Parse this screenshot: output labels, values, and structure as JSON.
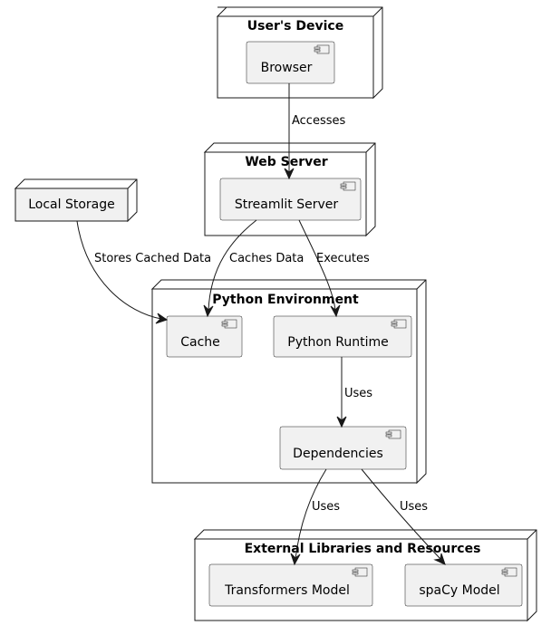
{
  "nodes": {
    "users_device": {
      "title": "User's Device",
      "components": {
        "browser": "Browser"
      }
    },
    "web_server": {
      "title": "Web Server",
      "components": {
        "streamlit_server": "Streamlit Server"
      }
    },
    "local_storage": {
      "title": "Local Storage"
    },
    "python_environment": {
      "title": "Python Environment",
      "components": {
        "cache": "Cache",
        "python_runtime": "Python Runtime",
        "dependencies": "Dependencies"
      }
    },
    "external_libraries": {
      "title": "External Libraries and Resources",
      "components": {
        "transformers_model": "Transformers Model",
        "spacy_model": "spaCy Model"
      }
    }
  },
  "edges": {
    "accesses": "Accesses",
    "stores_cached_data": "Stores Cached Data",
    "caches_data": "Caches Data",
    "executes": "Executes",
    "uses_runtime_deps": "Uses",
    "uses_transformers": "Uses",
    "uses_spacy": "Uses"
  }
}
